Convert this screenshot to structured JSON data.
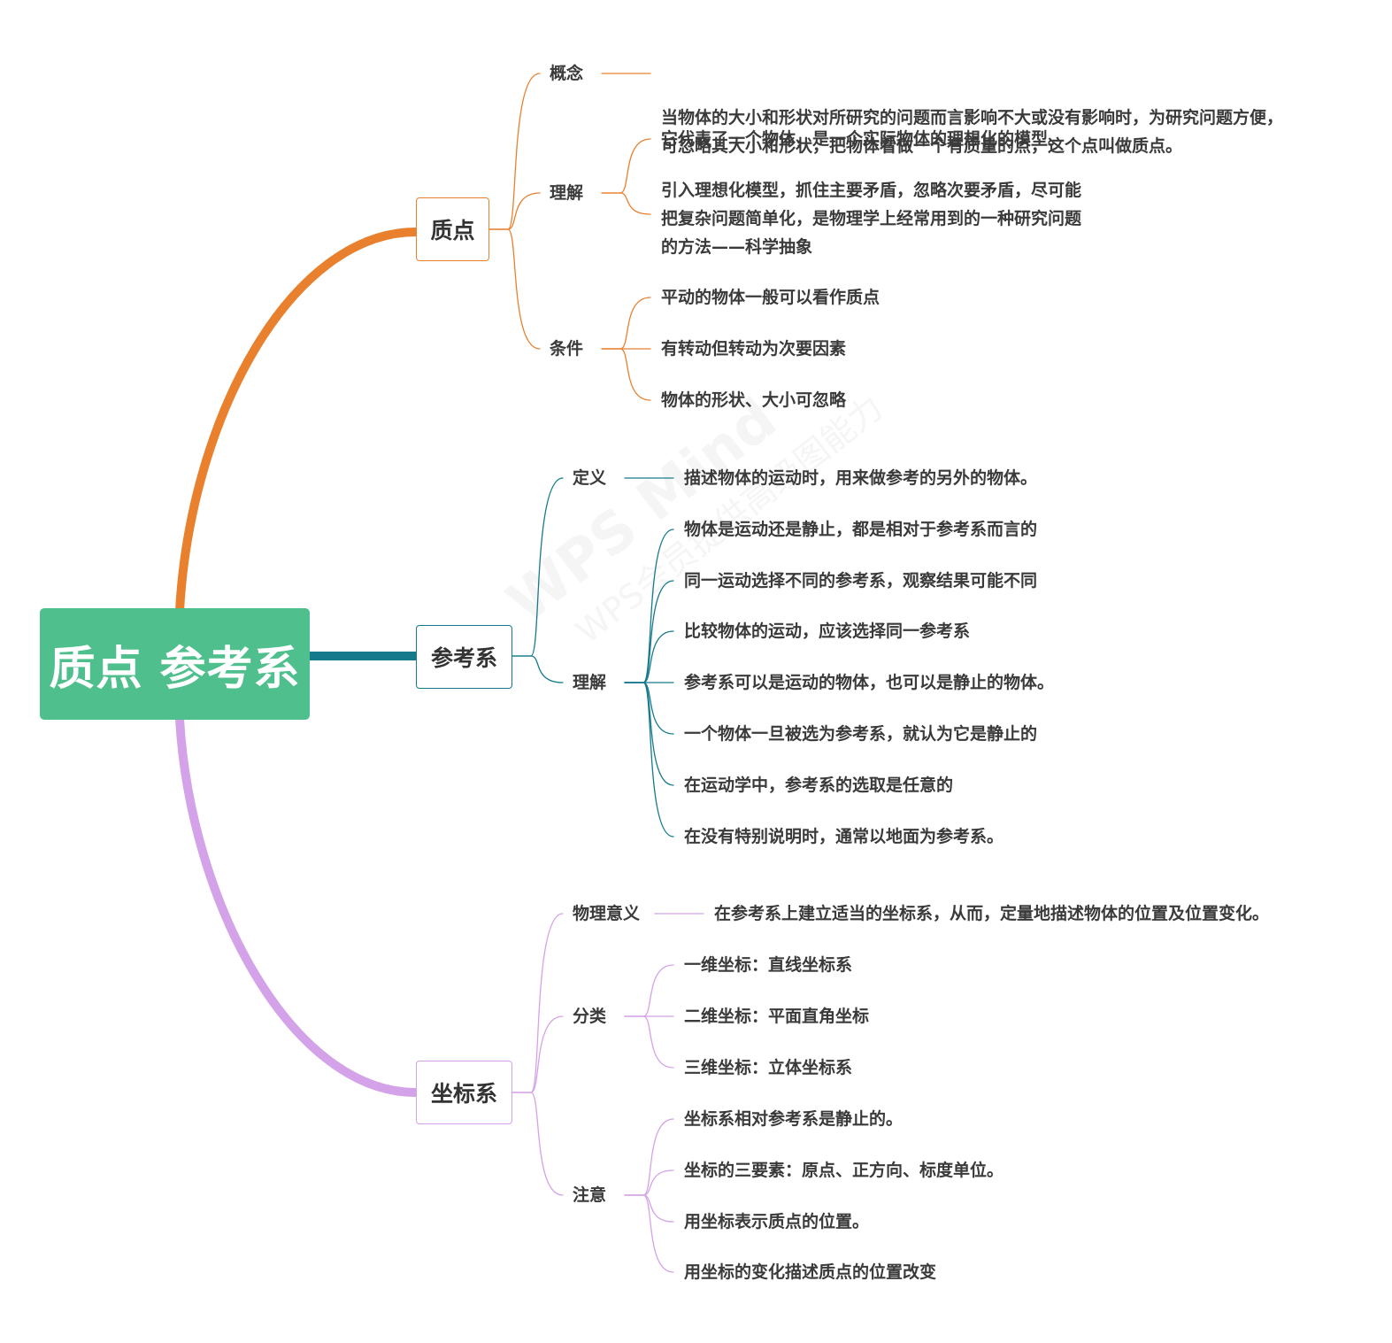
{
  "root": {
    "label": "质点 参考系"
  },
  "watermark": {
    "line1": "WPS Mind",
    "line2": "WPS会员提供高级图能力"
  },
  "colors": {
    "root": "#4fc08d",
    "zhidian": "#e8802e",
    "cankaoxi": "#157a8c",
    "zuobiaoxi": "#d4a2e8"
  },
  "branches": [
    {
      "label": "质点",
      "children": [
        {
          "label": "概念",
          "leaves": [
            "当物体的大小和形状对所研究的问题而言影响不大或没有影响时，为研究问题方便，\n可忽略其大小和形状，把物体看做一个有质量的点，这个点叫做质点。"
          ]
        },
        {
          "label": "理解",
          "leaves": [
            "它代表了一个物体，是一个实际物体的理想化的模型。",
            "引入理想化模型，抓住主要矛盾，忽略次要矛盾，尽可能\n把复杂问题简单化，是物理学上经常用到的一种研究问题\n的方法——科学抽象"
          ]
        },
        {
          "label": "条件",
          "leaves": [
            "平动的物体一般可以看作质点",
            "有转动但转动为次要因素",
            "物体的形状、大小可忽略"
          ]
        }
      ]
    },
    {
      "label": "参考系",
      "children": [
        {
          "label": "定义",
          "leaves": [
            "描述物体的运动时，用来做参考的另外的物体。"
          ]
        },
        {
          "label": "理解",
          "leaves": [
            "物体是运动还是静止，都是相对于参考系而言的",
            "同一运动选择不同的参考系，观察结果可能不同",
            "比较物体的运动，应该选择同一参考系",
            "参考系可以是运动的物体，也可以是静止的物体。",
            "一个物体一旦被选为参考系，就认为它是静止的",
            "在运动学中，参考系的选取是任意的",
            "在没有特别说明时，通常以地面为参考系。"
          ]
        }
      ]
    },
    {
      "label": "坐标系",
      "children": [
        {
          "label": "物理意义",
          "leaves": [
            "在参考系上建立适当的坐标系，从而，定量地描述物体的位置及位置变化。"
          ]
        },
        {
          "label": "分类",
          "leaves": [
            "一维坐标：直线坐标系",
            "二维坐标：平面直角坐标",
            "三维坐标：立体坐标系"
          ]
        },
        {
          "label": "注意",
          "leaves": [
            "坐标系相对参考系是静止的。",
            "坐标的三要素：原点、正方向、标度单位。",
            "用坐标表示质点的位置。",
            "用坐标的变化描述质点的位置改变"
          ]
        }
      ]
    }
  ]
}
